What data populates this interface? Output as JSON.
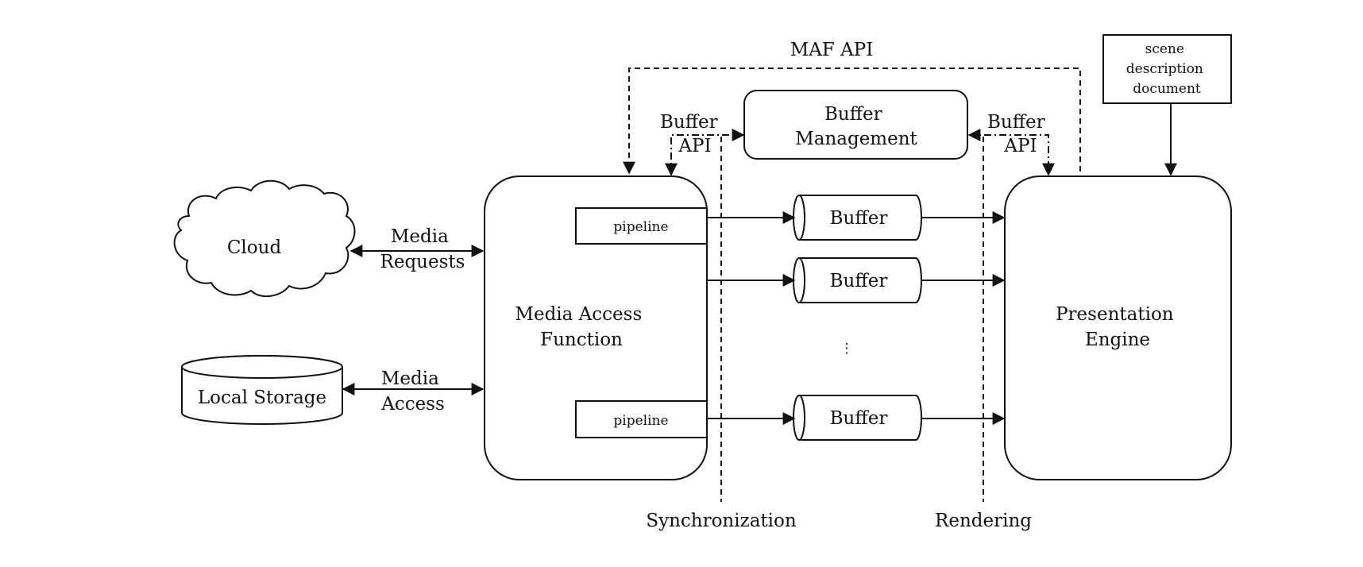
{
  "labels": {
    "maf_api": "MAF API",
    "scene_description": [
      "scene",
      "description",
      "document"
    ],
    "buffer_api_left": [
      "Buffer",
      "API"
    ],
    "buffer_api_right": [
      "Buffer",
      "API"
    ],
    "buffer_management": [
      "Buffer",
      "Management"
    ],
    "cloud": "Cloud",
    "local_storage": "Local Storage",
    "media_requests": [
      "Media",
      "Requests"
    ],
    "media_access": [
      "Media",
      "Access"
    ],
    "media_access_function": [
      "Media Access",
      "Function"
    ],
    "presentation_engine": [
      "Presentation",
      "Engine"
    ],
    "pipeline_top": "pipeline",
    "pipeline_bottom": "pipeline",
    "buffer_1": "Buffer",
    "buffer_2": "Buffer",
    "buffer_3": "Buffer",
    "ellipsis": "⋮",
    "synchronization": "Synchronization",
    "rendering": "Rendering"
  }
}
